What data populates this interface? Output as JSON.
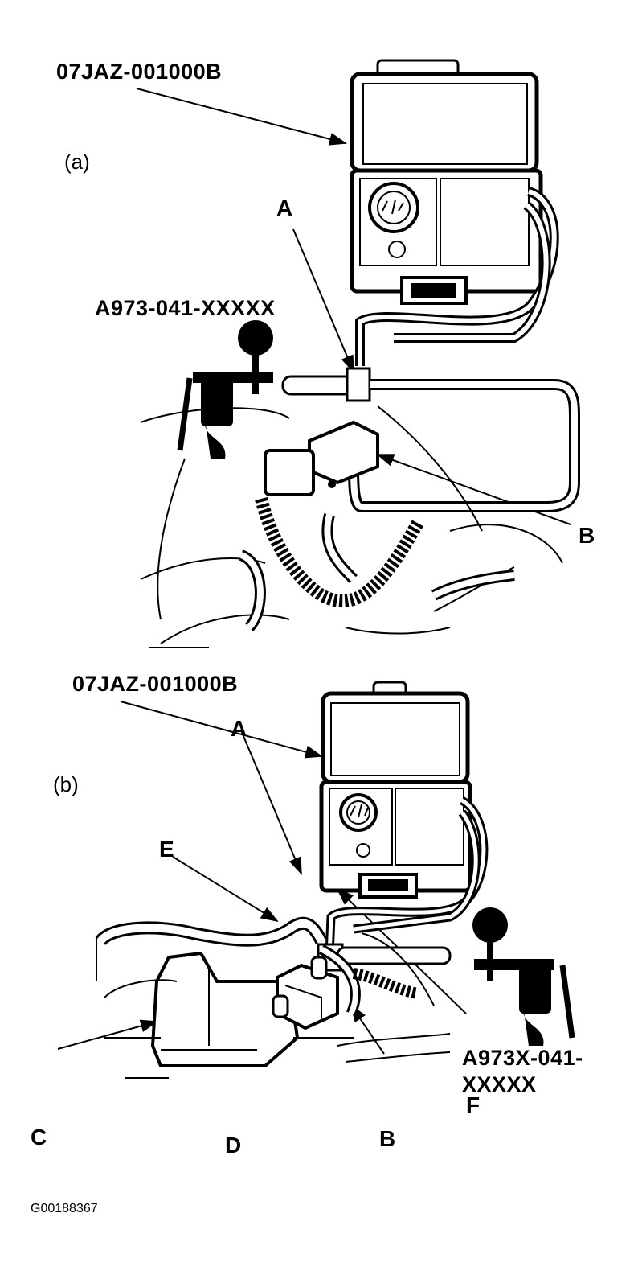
{
  "panel_a": {
    "caption": "(a)",
    "tester_label": "07JAZ-001000B",
    "gauge_label": "A973-041-XXXXX",
    "callout_A": "A",
    "callout_B": "B"
  },
  "panel_b": {
    "caption": "(b)",
    "tester_label": "07JAZ-001000B",
    "gauge_label_line1": "A973X-041-",
    "gauge_label_line2": "XXXXX",
    "callout_A": "A",
    "callout_B": "B",
    "callout_C": "C",
    "callout_D": "D",
    "callout_E": "E",
    "callout_F": "F"
  },
  "figure_id": "G00188367"
}
